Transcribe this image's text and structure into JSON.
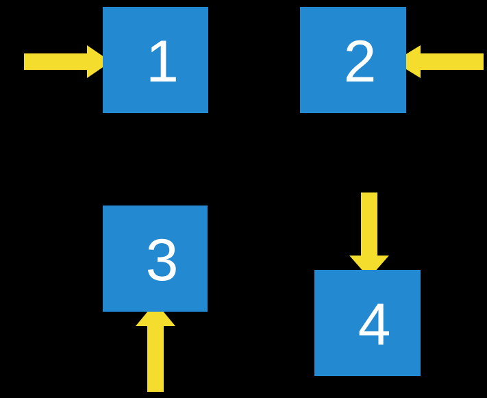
{
  "diagram": {
    "title": "Four numbered blue blocks with yellow directional arrows",
    "background_color": "#000000",
    "node_color": "#2389d0",
    "node_label_color": "#ffffff",
    "arrow_color": "#f5dd2e",
    "nodes": [
      {
        "id": "node-1",
        "label": "1"
      },
      {
        "id": "node-2",
        "label": "2"
      },
      {
        "id": "node-3",
        "label": "3"
      },
      {
        "id": "node-4",
        "label": "4"
      }
    ],
    "arrows": [
      {
        "id": "arrow-into-1",
        "direction": "right",
        "target": "1",
        "description": "arrow pointing right into block 1"
      },
      {
        "id": "arrow-into-2",
        "direction": "left",
        "target": "2",
        "description": "arrow pointing left into block 2"
      },
      {
        "id": "arrow-into-3",
        "direction": "up",
        "target": "3",
        "description": "arrow pointing up into block 3"
      },
      {
        "id": "arrow-into-4",
        "direction": "down",
        "target": "4",
        "description": "arrow pointing down into block 4"
      }
    ]
  }
}
